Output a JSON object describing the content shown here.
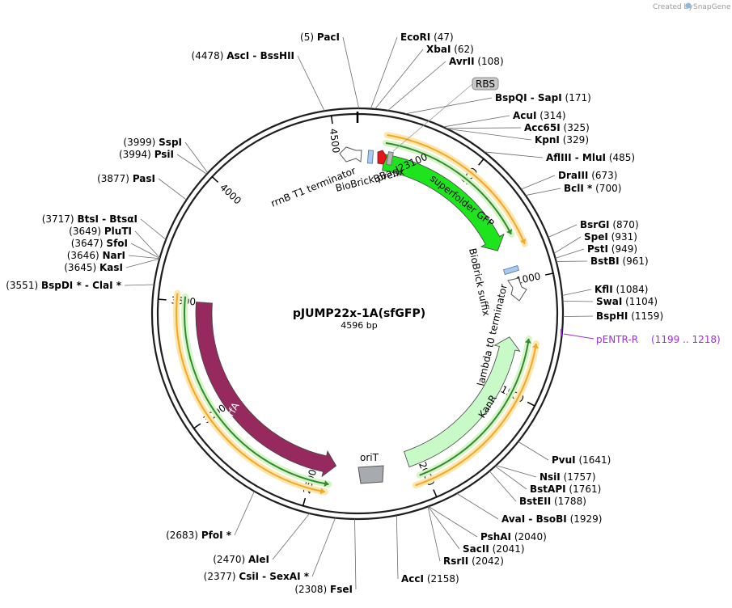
{
  "plasmid": {
    "name": "pJUMP22x-1A(sfGFP)",
    "length_label": "4596 bp",
    "length": 4596
  },
  "credit": {
    "created_by": "Created by",
    "brand": "SnapGene"
  },
  "ruler_ticks": [
    {
      "value": 500,
      "label": "500"
    },
    {
      "value": 1000,
      "label": "1000"
    },
    {
      "value": 1500,
      "label": "1500"
    },
    {
      "value": 2000,
      "label": "2000"
    },
    {
      "value": 2500,
      "label": "2500"
    },
    {
      "value": 3000,
      "label": "3000"
    },
    {
      "value": 3500,
      "label": "3500"
    },
    {
      "value": 4000,
      "label": "4000"
    },
    {
      "value": 4500,
      "label": "4500"
    }
  ],
  "sites": [
    {
      "name": "PacI",
      "pos": "(5)",
      "bp": 5,
      "side": "left"
    },
    {
      "name": "EcoRI",
      "pos": "(47)",
      "bp": 47,
      "side": "right"
    },
    {
      "name": "XbaI",
      "pos": "(62)",
      "bp": 62,
      "side": "right"
    },
    {
      "name": "AvrII",
      "pos": "(108)",
      "bp": 108,
      "side": "right"
    },
    {
      "name": "BspQI - SapI",
      "pos": "(171)",
      "bp": 171,
      "side": "right"
    },
    {
      "name": "AcuI",
      "pos": "(314)",
      "bp": 314,
      "side": "right"
    },
    {
      "name": "Acc65I",
      "pos": "(325)",
      "bp": 325,
      "side": "right"
    },
    {
      "name": "KpnI",
      "pos": "(329)",
      "bp": 329,
      "side": "right"
    },
    {
      "name": "AflIII - MluI",
      "pos": "(485)",
      "bp": 485,
      "side": "right"
    },
    {
      "name": "DraIII",
      "pos": "(673)",
      "bp": 673,
      "side": "right"
    },
    {
      "name": "BclI *",
      "pos": "(700)",
      "bp": 700,
      "side": "right"
    },
    {
      "name": "BsrGI",
      "pos": "(870)",
      "bp": 870,
      "side": "right"
    },
    {
      "name": "SpeI",
      "pos": "(931)",
      "bp": 931,
      "side": "right"
    },
    {
      "name": "PstI",
      "pos": "(949)",
      "bp": 949,
      "side": "right"
    },
    {
      "name": "BstBI",
      "pos": "(961)",
      "bp": 961,
      "side": "right"
    },
    {
      "name": "KflI",
      "pos": "(1084)",
      "bp": 1084,
      "side": "right"
    },
    {
      "name": "SwaI",
      "pos": "(1104)",
      "bp": 1104,
      "side": "right"
    },
    {
      "name": "BspHI",
      "pos": "(1159)",
      "bp": 1159,
      "side": "right"
    },
    {
      "name": "PvuI",
      "pos": "(1641)",
      "bp": 1641,
      "side": "right"
    },
    {
      "name": "NsiI",
      "pos": "(1757)",
      "bp": 1757,
      "side": "right"
    },
    {
      "name": "BstAPI",
      "pos": "(1761)",
      "bp": 1761,
      "side": "right"
    },
    {
      "name": "BstEII",
      "pos": "(1788)",
      "bp": 1788,
      "side": "right"
    },
    {
      "name": "AvaI - BsoBI",
      "pos": "(1929)",
      "bp": 1929,
      "side": "right"
    },
    {
      "name": "PshAI",
      "pos": "(2040)",
      "bp": 2040,
      "side": "right"
    },
    {
      "name": "SacII",
      "pos": "(2041)",
      "bp": 2041,
      "side": "right"
    },
    {
      "name": "RsrII",
      "pos": "(2042)",
      "bp": 2042,
      "side": "right"
    },
    {
      "name": "AccI",
      "pos": "(2158)",
      "bp": 2158,
      "side": "right"
    },
    {
      "name": "FseI",
      "pos": "(2308)",
      "bp": 2308,
      "side": "left"
    },
    {
      "name": "CsiI - SexAI *",
      "pos": "(2377)",
      "bp": 2377,
      "side": "left"
    },
    {
      "name": "AleI",
      "pos": "(2470)",
      "bp": 2470,
      "side": "left"
    },
    {
      "name": "PfoI *",
      "pos": "(2683)",
      "bp": 2683,
      "side": "left"
    },
    {
      "name": "BspDI * - ClaI *",
      "pos": "(3551)",
      "bp": 3551,
      "side": "left"
    },
    {
      "name": "KasI",
      "pos": "(3645)",
      "bp": 3645,
      "side": "left"
    },
    {
      "name": "NarI",
      "pos": "(3646)",
      "bp": 3646,
      "side": "left"
    },
    {
      "name": "SfoI",
      "pos": "(3647)",
      "bp": 3647,
      "side": "left"
    },
    {
      "name": "PluTI",
      "pos": "(3649)",
      "bp": 3649,
      "side": "left"
    },
    {
      "name": "BtsI - BtsαI",
      "pos": "(3717)",
      "bp": 3717,
      "side": "left"
    },
    {
      "name": "PasI",
      "pos": "(3877)",
      "bp": 3877,
      "side": "left"
    },
    {
      "name": "PsiI",
      "pos": "(3994)",
      "bp": 3994,
      "side": "left"
    },
    {
      "name": "SspI",
      "pos": "(3999)",
      "bp": 3999,
      "side": "left"
    },
    {
      "name": "AscI - BssHII",
      "pos": "(4478)",
      "bp": 4478,
      "side": "left"
    }
  ],
  "primer": {
    "name": "pENTR-R",
    "range": "(1199 .. 1218)",
    "color": "#9b30d9"
  },
  "features": [
    {
      "name": "superfolder GFP",
      "start": 125,
      "end": 840,
      "color": "#1ee41e",
      "direction": "cw"
    },
    {
      "name": "KanR",
      "start": 1260,
      "end": 2060,
      "color": "#c8fac8",
      "direction": "ccw"
    },
    {
      "name": "trfA",
      "start": 2400,
      "end": 3500,
      "color": "#962a5e",
      "direction": "ccw"
    },
    {
      "name": "oriT",
      "color": "#a7aaae"
    },
    {
      "name": "rrnB T1 terminator",
      "color": "#ffffff"
    },
    {
      "name": "BBa_J23100",
      "color": "#e8141c"
    },
    {
      "name": "BioBrick prefix",
      "color": "#a9c9ee"
    },
    {
      "name": "BioBrick suffix",
      "color": "#a9c9ee"
    },
    {
      "name": "lambda t0 terminator",
      "color": "#ffffff"
    },
    {
      "name": "RBS",
      "color": "#b5b5b5"
    }
  ],
  "colors": {
    "backbone": "#1e1e1e",
    "orf_orange": "#f5a623",
    "orf_green": "#2e8b2e",
    "orf_glow": "#fde7b0",
    "orf_glow_green": "#d8f5c8",
    "connector": "#555555"
  }
}
